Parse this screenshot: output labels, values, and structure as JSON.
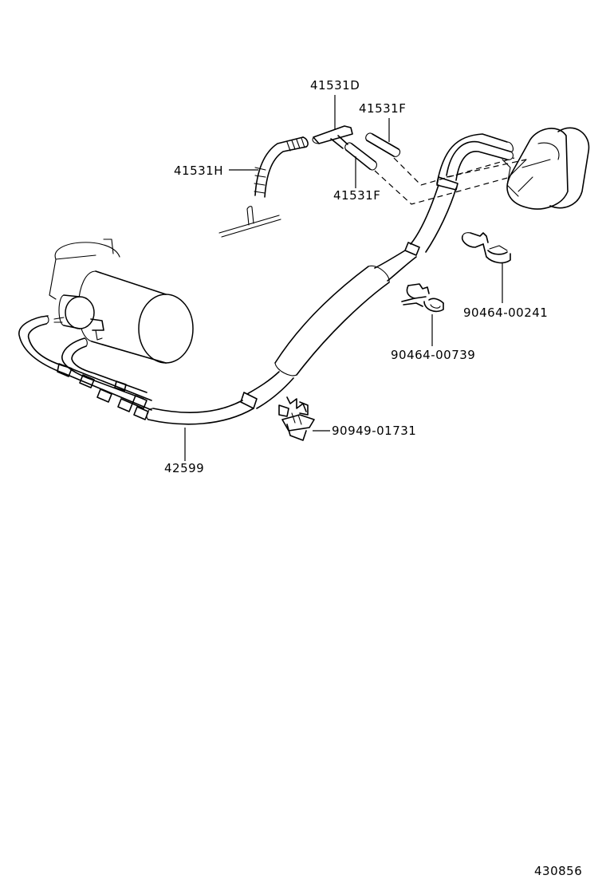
{
  "diagram": {
    "labels": {
      "hose_d": "41531D",
      "hose_f_upper": "41531F",
      "hose_h": "41531H",
      "hose_f_lower": "41531F",
      "clamp_00241": "90464-00241",
      "clamp_00739": "90464-00739",
      "clip_01731": "90949-01731",
      "tube_main": "42599"
    },
    "figure_number": "430856"
  }
}
